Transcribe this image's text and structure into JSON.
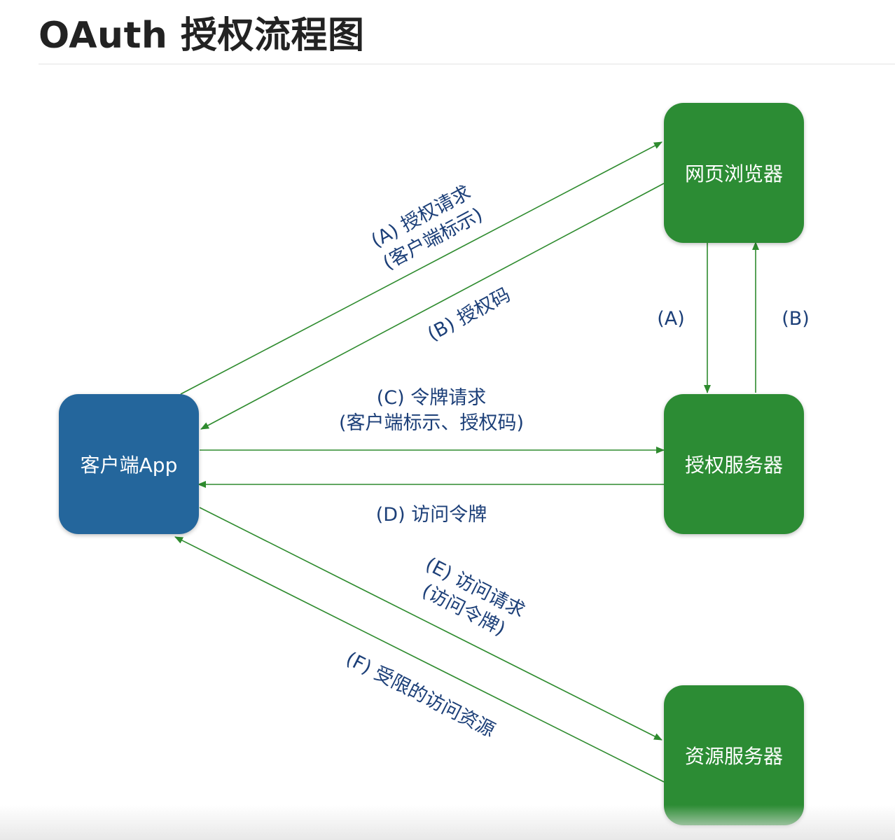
{
  "title": "OAuth 授权流程图",
  "nodes": {
    "browser": "网页浏览器",
    "auth_server": "授权服务器",
    "client": "客户端App",
    "resource_server": "资源服务器"
  },
  "edges": {
    "a_line1": "(A) 授权请求",
    "a_line2": "(客户端标示)",
    "b": "(B) 授权码",
    "c_line1": "(C) 令牌请求",
    "c_line2": "(客户端标示、授权码)",
    "d": "(D) 访问令牌",
    "e_line1": "(E) 访问请求",
    "e_line2": "(访问令牌)",
    "f": "(F) 受限的访问资源",
    "vertical_a": "(A)",
    "vertical_b": "(B)"
  },
  "colors": {
    "node_green": "#2c8c34",
    "node_blue": "#24669c",
    "arrow": "#2e8b2e",
    "label_text": "#1c3f78"
  }
}
